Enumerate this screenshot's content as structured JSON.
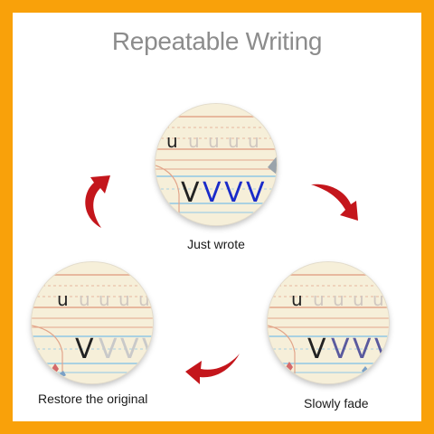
{
  "title": "Repeatable Writing",
  "stages": {
    "just_wrote": {
      "caption": "Just wrote",
      "guide_letter": "u",
      "faded_letter": "u",
      "main_letter": "V",
      "traced_letter": "V",
      "trace_color": "#1a2bc9"
    },
    "slowly_fade": {
      "caption": "Slowly fade",
      "guide_letter": "u",
      "faded_letter": "u",
      "main_letter": "V",
      "traced_letter": "V",
      "trace_color": "#5a5a9e"
    },
    "restore_original": {
      "caption": "Restore the original",
      "guide_letter": "u",
      "faded_letter": "u",
      "main_letter": "V",
      "traced_letter": "V",
      "trace_color": "#c9c9c9"
    }
  },
  "colors": {
    "frame": "#f9a10a",
    "arrow": "#c4161c",
    "title": "#8c8c8c"
  },
  "icons": [
    "curved-arrow-icon"
  ]
}
